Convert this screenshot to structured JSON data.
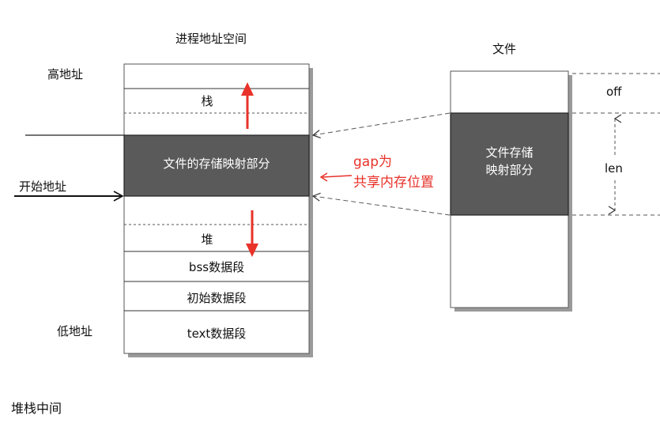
{
  "process": {
    "title": "进程地址空间",
    "high_addr": "高地址",
    "low_addr": "低地址",
    "start_addr": "开始地址",
    "segments": {
      "stack": "栈",
      "mapping": "文件的存储映射部分",
      "heap": "堆",
      "bss": "bss数据段",
      "init_data": "初始数据段",
      "text": "text数据段"
    }
  },
  "file": {
    "title": "文件",
    "mapped_line1": "文件存储",
    "mapped_line2": "映射部分",
    "off": "off",
    "len": "len"
  },
  "annotation": {
    "line1": "gap为",
    "line2": "共享内存位置",
    "color": "#e8322a"
  },
  "footer": "堆栈中间",
  "colors": {
    "mapped_fill": "#5a5a5a",
    "red_arrow": "#e8322a"
  }
}
